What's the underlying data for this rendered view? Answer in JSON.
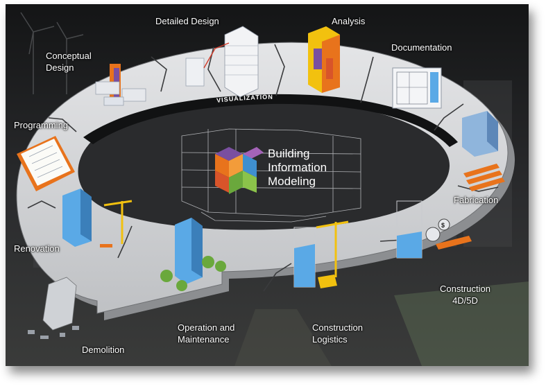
{
  "center": {
    "title_lines": [
      "Building",
      "Information",
      "Modeling"
    ]
  },
  "ring": {
    "band_label": "VISUALIZATION"
  },
  "stages": [
    {
      "id": "detailed-design",
      "lines": [
        "Detailed Design"
      ]
    },
    {
      "id": "analysis",
      "lines": [
        "Analysis"
      ]
    },
    {
      "id": "documentation",
      "lines": [
        "Documentation"
      ]
    },
    {
      "id": "conceptual-design",
      "lines": [
        "Conceptual",
        "Design"
      ]
    },
    {
      "id": "programming",
      "lines": [
        "Programming"
      ]
    },
    {
      "id": "fabrication",
      "lines": [
        "Fabrication"
      ]
    },
    {
      "id": "renovation",
      "lines": [
        "Renovation"
      ]
    },
    {
      "id": "construction-4d5d",
      "lines": [
        "Construction",
        "4D/5D"
      ]
    },
    {
      "id": "operation-maintenance",
      "lines": [
        "Operation and",
        "Maintenance"
      ]
    },
    {
      "id": "construction-logistics",
      "lines": [
        "Construction",
        "Logistics"
      ]
    },
    {
      "id": "demolition",
      "lines": [
        "Demolition"
      ]
    }
  ],
  "colors": {
    "ring_top": "#d9dadc",
    "ring_edge": "#8c8e91",
    "band": "#111213",
    "logo_orange": "#e8731c",
    "logo_purple": "#7a4fa0",
    "logo_green": "#6aa83c",
    "logo_blue": "#3f8fcf",
    "building_blue": "#5aa9e6",
    "crane_yellow": "#f2c10f"
  }
}
